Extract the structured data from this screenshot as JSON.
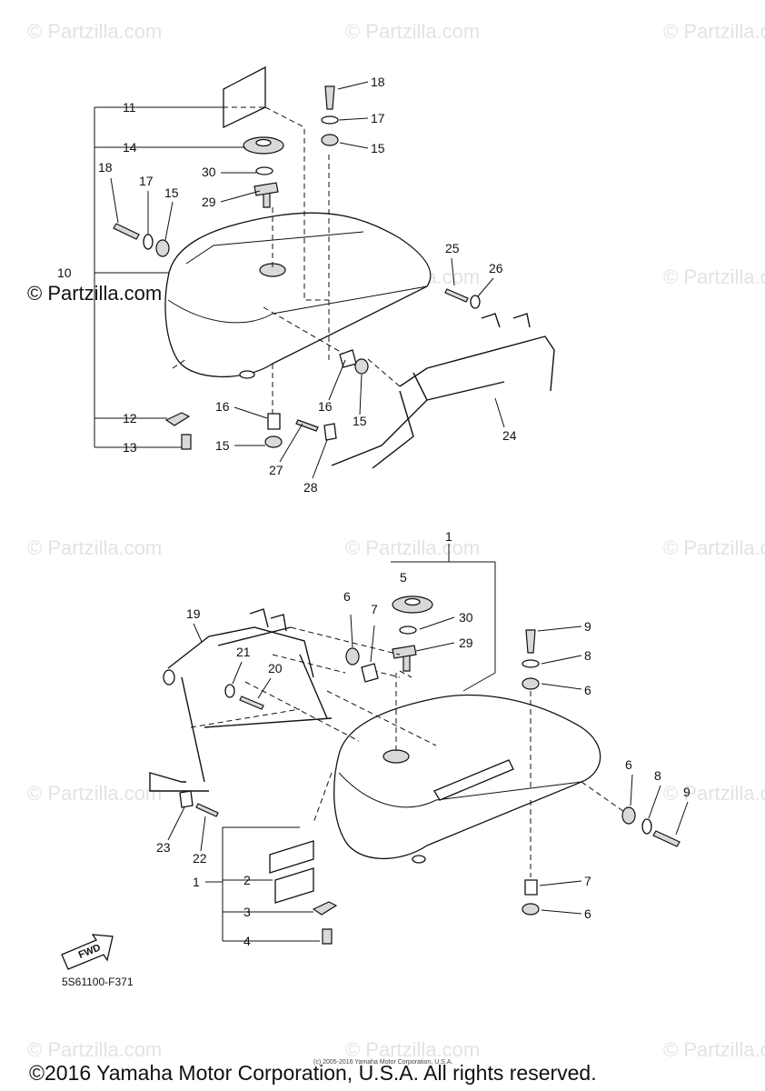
{
  "watermark": "© Partzilla.com",
  "partzilla_logo": "© Partzilla.com",
  "diagram_code": "5S61100-F371",
  "fwd_label": "FWD",
  "copyright_small": "(c) 2005-2016 Yamaha Motor Corporation, U.S.A.",
  "copyright": "©2016 Yamaha Motor Corporation, U.S.A. All rights reserved.",
  "callouts_top": [
    "11",
    "14",
    "18",
    "17",
    "15",
    "30",
    "29",
    "18",
    "17",
    "15",
    "10",
    "25",
    "26",
    "16",
    "16",
    "15",
    "12",
    "13",
    "15",
    "27",
    "28",
    "24"
  ],
  "callouts_bottom": [
    "1",
    "5",
    "6",
    "7",
    "30",
    "29",
    "19",
    "21",
    "20",
    "9",
    "8",
    "6",
    "6",
    "8",
    "9",
    "23",
    "22",
    "1",
    "2",
    "3",
    "4",
    "7",
    "6"
  ]
}
